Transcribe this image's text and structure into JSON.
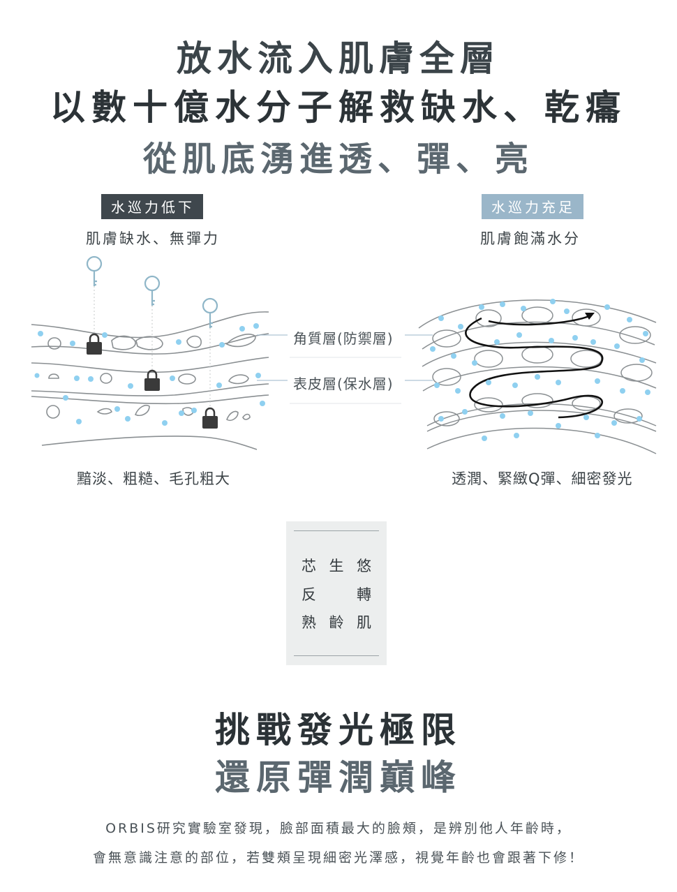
{
  "headline": {
    "line1": "放水流入肌膚全層",
    "line2": "以數十億水分子解救缺水、乾癟",
    "line3": "從肌底湧進透、彈、亮"
  },
  "left_panel": {
    "tag": "水巡力低下",
    "subtitle": "肌膚缺水、無彈力",
    "result": "黯淡、粗糙、毛孔粗大"
  },
  "right_panel": {
    "tag": "水巡力充足",
    "subtitle": "肌膚飽滿水分",
    "result": "透潤、緊緻Q彈、細密發光"
  },
  "layers": {
    "layer1": "角質層(防禦層)",
    "layer2": "表皮層(保水層)"
  },
  "box": {
    "row1": [
      "芯",
      "生",
      "悠"
    ],
    "row2": [
      "反",
      "",
      "轉"
    ],
    "row3": [
      "熟",
      "齡",
      "肌"
    ]
  },
  "subheadline": {
    "line1": "挑戰發光極限",
    "line2": "還原彈潤巔峰"
  },
  "paragraph": {
    "line1": "ORBIS研究實驗室發現，臉部面積最大的臉頰，是辨別他人年齡時，",
    "line2": "會無意識注意的部位，若雙頰呈現細密光澤感，視覺年齡也會跟著下修！"
  },
  "colors": {
    "dark_tag": "#3f474d",
    "light_tag": "#9ab6c9",
    "water_dot": "#8fd0f0",
    "lock": "#3a3a3a",
    "key": "#8fb6c8"
  }
}
